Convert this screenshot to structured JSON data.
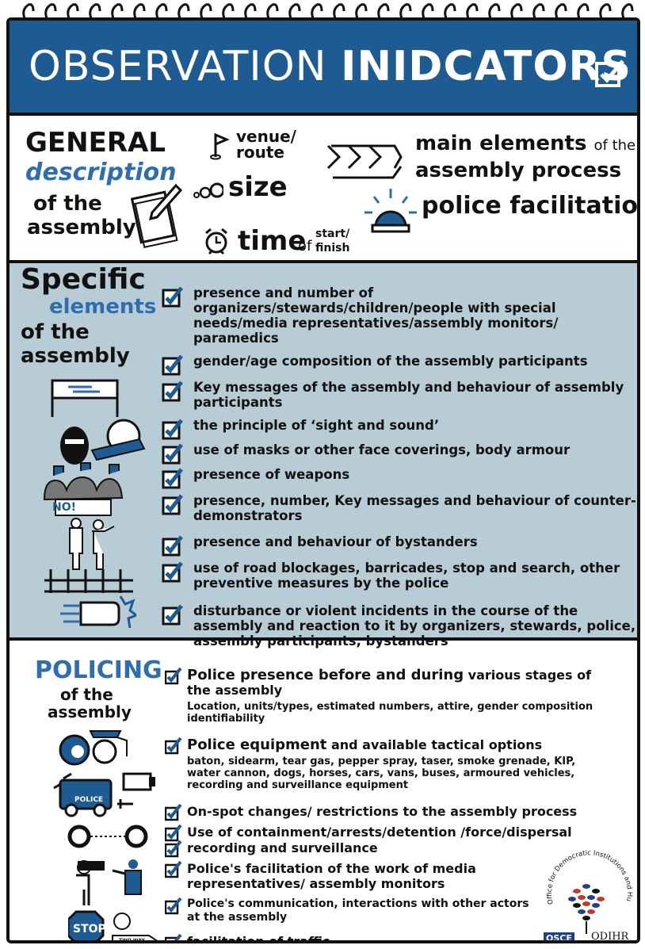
{
  "title": {
    "part1": "OBSERVATION",
    "part2": "INIDCATORS"
  },
  "general": {
    "heading": [
      "GENERAL",
      "description",
      "of the",
      "assembly"
    ],
    "venue": "venue/ route",
    "size": "size",
    "time": "time",
    "time_of": "of",
    "time_start_finish": "start/ finish",
    "main_elements": "main elements",
    "main_elements_of": "of the",
    "assembly_process": "assembly process",
    "police_facilitation": "police facilitation"
  },
  "specific": {
    "heading": [
      "Specific",
      "elements",
      "of the",
      "assembly"
    ],
    "items": [
      "presence and number of organizers/stewards/children/people with special needs/media representatives/assembly monitors/ paramedics",
      "gender/age composition of the assembly participants",
      "Key messages of the assembly and behaviour of assembly participants",
      "the principle of ‘sight and sound’",
      "use of masks or other face coverings, body armour",
      "presence of weapons",
      "presence, number, Key messages and behaviour of counter-demonstrators",
      "presence and behaviour of bystanders",
      "use of road blockages, barricades, stop and search, other preventive measures by the police",
      "disturbance or violent incidents in the course of the assembly and reaction to it by organizers, stewards, police, assembly participants, bystanders"
    ],
    "banner_text": "NO!"
  },
  "policing": {
    "heading": [
      "POLICING",
      "of the",
      "assembly"
    ],
    "items": [
      {
        "main_bold": "Police presence before and during",
        "main_rest": " various stages of the assembly",
        "sub": "Location, units/types, estimated numbers, attire, gender composition identifiability"
      },
      {
        "main_bold": "Police equipment",
        "main_rest": " and available tactical options",
        "sub": "baton, sidearm, tear gas, pepper spray, taser, smoke grenade, KIP, water cannon, dogs, horses, cars, vans, buses, armoured vehicles, recording and surveillance equipment"
      },
      {
        "main_bold": "On-spot changes/ restrictions to the assembly process",
        "main_rest": "",
        "sub": ""
      },
      {
        "main_bold": "Use of containment/arrests/detention /force/dispersal",
        "main_rest": "",
        "sub": ""
      },
      {
        "main_bold": "recording and surveillance",
        "main_rest": "",
        "sub": ""
      },
      {
        "main_bold": "Police's facilitation of the work of media representatives/ assembly monitors",
        "main_rest": "",
        "sub": ""
      },
      {
        "main_bold": "Police's communication, interactions with other actors at the assembly",
        "main_rest": "",
        "sub": ""
      },
      {
        "main_bold": "facilitation of traffic",
        "main_rest": "",
        "sub": ""
      }
    ],
    "police_label": "POLICE",
    "stop_label": "STOP",
    "sign_label": "TWO WAY"
  },
  "logo": {
    "arc_text": "Office for Democratic Institutions and Human Rights",
    "osce": "OSCE",
    "odihr": "ODIHR"
  },
  "colors": {
    "blue": "#1f5b93",
    "accent_blue": "#2e6eb0",
    "gray_blue": "#b8ccd6"
  }
}
